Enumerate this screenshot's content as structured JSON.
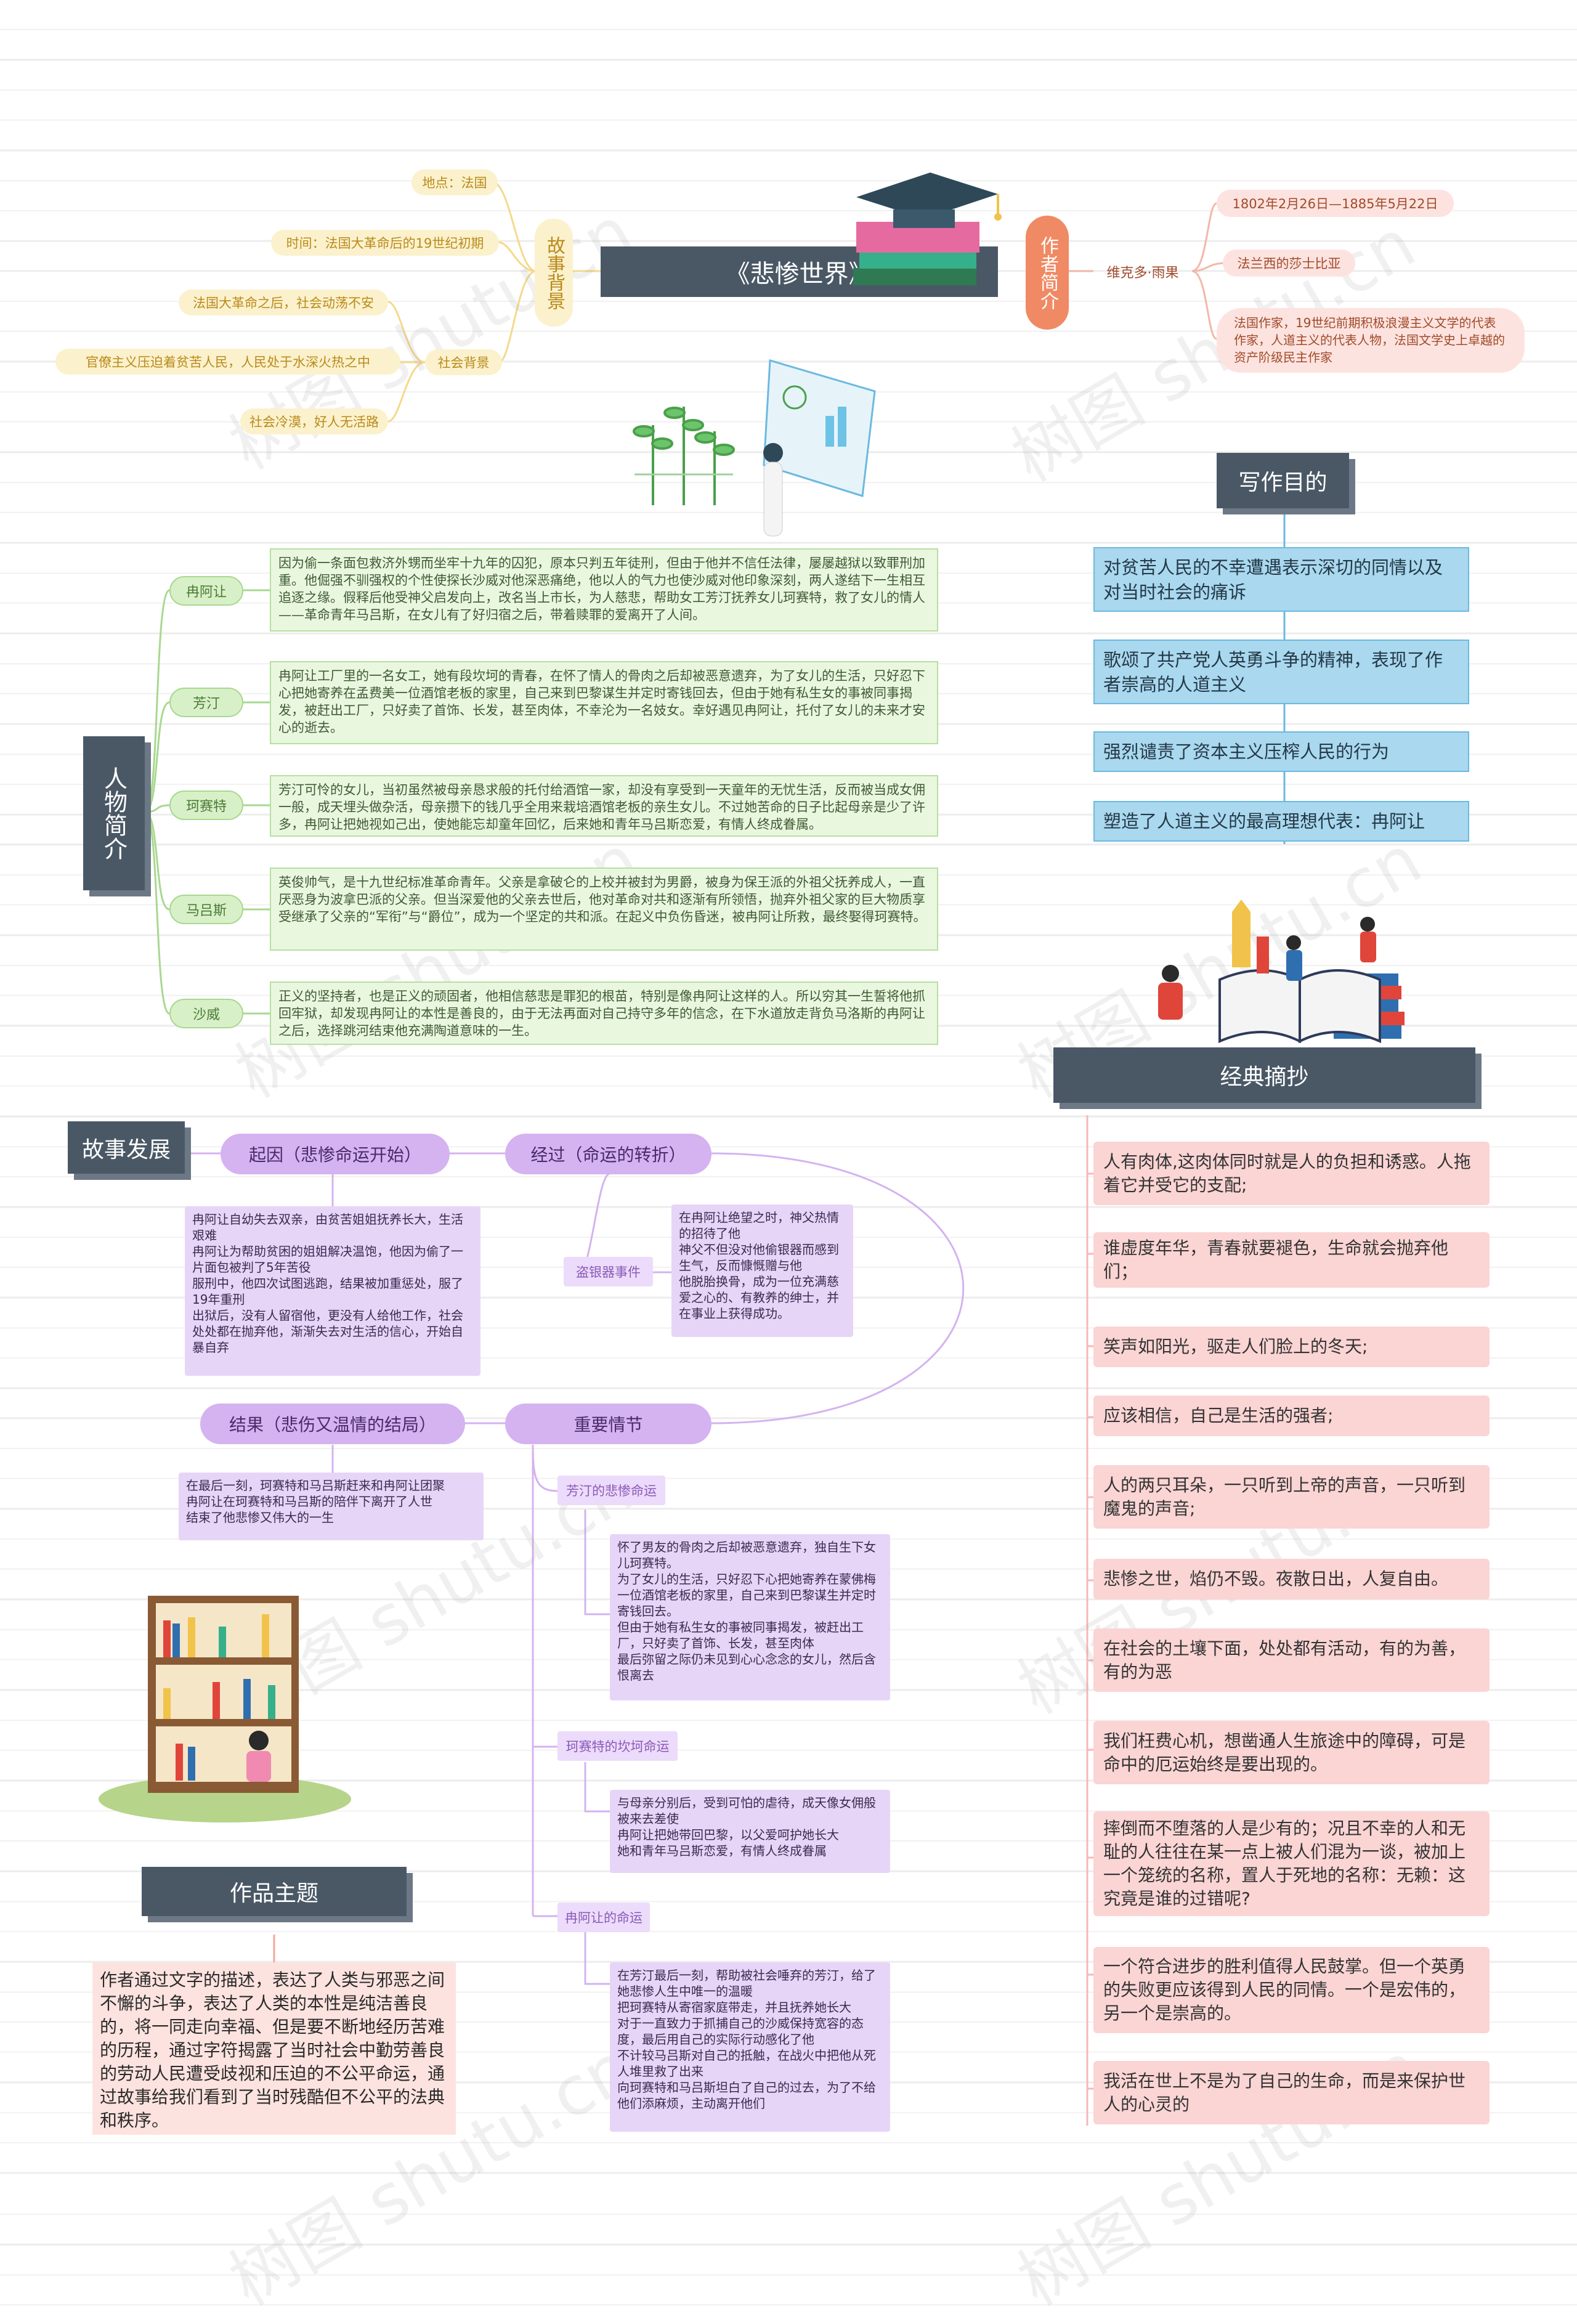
{
  "central": {
    "title": "《悲惨世界》"
  },
  "background": {
    "label": "故事背景",
    "place": "地点：法国",
    "time": "时间：法国大革命后的19世纪初期",
    "social": "社会背景",
    "social_items": [
      "法国大革命之后，社会动荡不安",
      "官僚主义压迫着贫苦人民，人民处于水深火热之中",
      "社会冷漠，好人无活路"
    ]
  },
  "author": {
    "label": "作者简介",
    "name": "维克多·雨果",
    "dates": "1802年2月26日—1885年5月22日",
    "school": "法兰西的莎士比亚",
    "desc": "法国作家，19世纪前期积极浪漫主义文学的代表作家，人道主义的代表人物，法国文学史上卓越的资产阶级民主作家"
  },
  "purpose": {
    "title": "写作目的",
    "items": [
      "对贫苦人民的不幸遭遇表示深切的同情以及对当时社会的痛诉",
      "歌颂了共产党人英勇斗争的精神，表现了作者崇高的人道主义",
      "强烈谴责了资本主义压榨人民的行为",
      "塑造了人道主义的最高理想代表：冉阿让"
    ]
  },
  "characters": {
    "label": "人物简介",
    "items": [
      {
        "name": "冉阿让",
        "desc": "因为偷一条面包救济外甥而坐牢十九年的囚犯，原本只判五年徒刑，但由于他并不信任法律，屡屡越狱以致罪刑加重。他倔强不驯强权的个性使探长沙威对他深恶痛绝，他以人的气力也使沙威对他印象深刻，两人遂结下一生相互追逐之缘。假释后他受神父启发向上，改名当上市长，为人慈悲，帮助女工芳汀抚养女儿珂赛特，救了女儿的情人——革命青年马吕斯，在女儿有了好归宿之后，带着赎罪的爱离开了人间。"
      },
      {
        "name": "芳汀",
        "desc": "冉阿让工厂里的一名女工，她有段坎坷的青春，在怀了情人的骨肉之后却被恶意遗弃，为了女儿的生活，只好忍下心把她寄养在孟费美一位酒馆老板的家里，自己来到巴黎谋生并定时寄钱回去，但由于她有私生女的事被同事揭发，被赶出工厂，只好卖了首饰、长发，甚至肉体，不幸沦为一名妓女。幸好遇见冉阿让，托付了女儿的未来才安心的逝去。"
      },
      {
        "name": "珂赛特",
        "desc": "芳汀可怜的女儿，当初虽然被母亲恳求般的托付给酒馆一家，却没有享受到一天童年的无忧生活，反而被当成女佣一般，成天埋头做杂活，母亲攒下的钱几乎全用来栽培酒馆老板的亲生女儿。不过她苦命的日子比起母亲是少了许多，冉阿让把她视如己出，使她能忘却童年回忆，后来她和青年马吕斯恋爱，有情人终成眷属。"
      },
      {
        "name": "马吕斯",
        "desc": "英俊帅气，是十九世纪标准革命青年。父亲是拿破仑的上校并被封为男爵，被身为保王派的外祖父抚养成人，一直厌恶身为波拿巴派的父亲。但当深爱他的父亲去世后，他对革命对共和逐渐有所领悟，抛弃外祖父家的巨大物质享受继承了父亲的“军衔”与“爵位”，成为一个坚定的共和派。在起义中负伤昏迷，被冉阿让所救，最终娶得珂赛特。"
      },
      {
        "name": "沙威",
        "desc": "正义的坚持者，也是正义的顽固者，他相信慈悲是罪犯的根苗，特别是像冉阿让这样的人。所以穷其一生誓将他抓回牢狱，却发现冉阿让的本性是善良的，由于无法再面对自己持守多年的信念，在下水道放走背负马洛斯的冉阿让之后，选择跳河结束他充满陶道意味的一生。"
      }
    ]
  },
  "story": {
    "label": "故事发展",
    "cause": {
      "label": "起因（悲惨命运开始）",
      "text": "冉阿让自幼失去双亲，由贫苦姐姐抚养长大，生活艰难\n冉阿让为帮助贫困的姐姐解决温饱，他因为偷了一片面包被判了5年苦役\n服刑中，他四次试图逃跑，结果被加重惩处，服了19年重刑\n出狱后，没有人留宿他，更没有人给他工作，社会处处都在抛弃他，渐渐失去对生活的信心，开始自暴自弃"
    },
    "process": {
      "label": "经过（命运的转折）",
      "sub": "盗银器事件",
      "text": "在冉阿让绝望之时，神父热情的招待了他\n神父不但没对他偷银器而感到生气，反而慷慨赠与他\n他脱胎换骨，成为一位充满慈爱之心的、有教养的绅士，并在事业上获得成功。"
    },
    "result": {
      "label": "结果（悲伤又温情的结局）",
      "text": "在最后一刻，珂赛特和马吕斯赶来和冉阿让团聚\n冉阿让在珂赛特和马吕斯的陪伴下离开了人世\n结束了他悲惨又伟大的一生"
    },
    "plot": {
      "label": "重要情节",
      "items": [
        {
          "label": "芳汀的悲惨命运",
          "text": "怀了男友的骨肉之后却被恶意遗弃，独自生下女儿珂赛特。\n为了女儿的生活，只好忍下心把她寄养在蒙佛梅一位酒馆老板的家里，自己来到巴黎谋生并定时寄钱回去。\n但由于她有私生女的事被同事揭发，被赶出工厂，只好卖了首饰、长发，甚至肉体\n最后弥留之际仍未见到心心念念的女儿，然后含恨离去"
        },
        {
          "label": "珂赛特的坎坷命运",
          "text": "与母亲分别后，受到可怕的虐待，成天像女佣般被来去差使\n冉阿让把她带回巴黎，以父爱呵护她长大\n她和青年马吕斯恋爱，有情人终成眷属"
        },
        {
          "label": "冉阿让的命运",
          "text": "在芳汀最后一刻，帮助被社会唾弃的芳汀，给了她悲惨人生中唯一的温暖\n把珂赛特从寄宿家庭带走，并且抚养她长大\n对于一直致力于抓捕自己的沙威保持宽容的态度，最后用自己的实际行动感化了他\n不计较马吕斯对自己的抵触，在战火中把他从死人堆里救了出来\n向珂赛特和马吕斯坦白了自己的过去，为了不给他们添麻烦，主动离开他们"
        }
      ]
    }
  },
  "theme": {
    "title": "作品主题",
    "text": "作者通过文字的描述，表达了人类与邪恶之间不懈的斗争，表达了人类的本性是纯洁善良的，将一同走向幸福、但是要不断地经历苦难的历程，通过字符揭露了当时社会中勤劳善良的劳动人民遭受歧视和压迫的不公平命运，通过故事给我们看到了当时残酷但不公平的法典和秩序。"
  },
  "quotes": {
    "title": "经典摘抄",
    "items": [
      "人有肉体,这肉体同时就是人的负担和诱惑。人拖着它并受它的支配;",
      "谁虚度年华，青春就要褪色，生命就会抛弃他们；",
      "笑声如阳光，驱走人们脸上的冬天;",
      "应该相信，自己是生活的强者;",
      "人的两只耳朵，一只听到上帝的声音，一只听到魔鬼的声音;",
      "悲惨之世，焰仍不毁。夜散日出，人复自由。",
      "在社会的土壤下面，处处都有活动，有的为善，有的为恶",
      "我们枉费心机，想凿通人生旅途中的障碍，可是命中的厄运始终是要出现的。",
      "摔倒而不堕落的人是少有的；况且不幸的人和无耻的人往往在某一点上被人们混为一谈，被加上一个笼统的名称，置人于死地的名称：无赖：这究竟是谁的过错呢?",
      "一个符合进步的胜利值得人民鼓掌。但一个英勇的失败更应该得到人民的同情。一个是宏伟的，另一个是崇高的。",
      "我活在世上不是为了自己的生命，而是来保护世人的心灵的"
    ]
  },
  "watermark": "树图 shutu.cn",
  "colors": {
    "dark": "#4a5866",
    "green": "#a8d890",
    "blue": "#6cb9e0",
    "pink": "#fbd4d4",
    "purple": "#d4b3f0",
    "yellow": "#f5d98a",
    "orange": "#f08a64"
  }
}
